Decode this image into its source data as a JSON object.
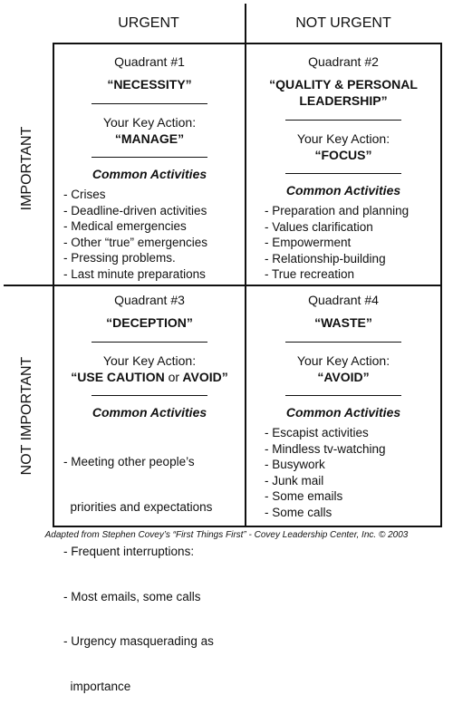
{
  "columns": [
    "URGENT",
    "NOT URGENT"
  ],
  "rows": [
    "IMPORTANT",
    "NOT IMPORTANT"
  ],
  "quadrants": [
    {
      "number": "Quadrant #1",
      "name": "“NECESSITY”",
      "key_label": "Your Key Action:",
      "key_value": "“MANAGE”",
      "common": "Common Activities",
      "activities": [
        "- Crises",
        "- Deadline-driven activities",
        "- Medical emergencies",
        "- Other “true” emergencies",
        "- Pressing problems.",
        "- Last minute preparations"
      ]
    },
    {
      "number": "Quadrant #2",
      "name_line1": "“QUALITY & PERSONAL",
      "name_line2": "LEADERSHIP”",
      "key_label": "Your Key Action:",
      "key_value": "“FOCUS”",
      "common": "Common Activities",
      "activities": [
        "- Preparation and planning",
        "- Values clarification",
        "- Empowerment",
        "- Relationship-building",
        "- True recreation"
      ]
    },
    {
      "number": "Quadrant #3",
      "name": "“DECEPTION”",
      "key_label": "Your Key Action:",
      "key_value_a": "“USE CAUTION",
      "key_value_or": "or",
      "key_value_b": "AVOID”",
      "common": "Common Activities",
      "activities": [
        "- Meeting other people’s",
        "  priorities and expectations",
        "- Frequent interruptions:",
        "- Most emails, some calls",
        "- Urgency masquerading as",
        "  importance"
      ]
    },
    {
      "number": "Quadrant #4",
      "name": "“WASTE”",
      "key_label": "Your Key Action:",
      "key_value": "“AVOID”",
      "common": "Common Activities",
      "activities": [
        "- Escapist activities",
        "- Mindless tv-watching",
        "- Busywork",
        "- Junk mail",
        "- Some emails",
        "- Some calls"
      ]
    }
  ],
  "footer": "Adapted from Stephen Covey’s “First Things First” - Covey Leadership Center, Inc. © 2003"
}
